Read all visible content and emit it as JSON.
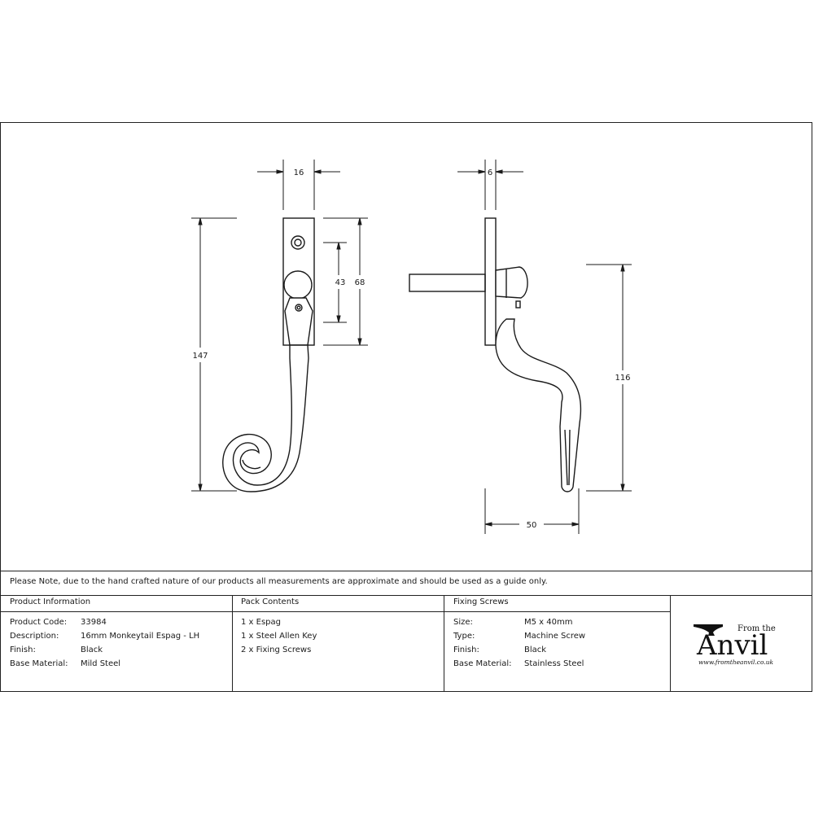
{
  "dimensions": {
    "front_width": "16",
    "side_thickness": "6",
    "total_height": "147",
    "screw_centers": "43",
    "plate_height": "68",
    "handle_drop": "116",
    "projection": "50"
  },
  "note": "Please Note, due to the hand crafted nature of our products all measurements are approximate and should be used as a guide only.",
  "product_information": {
    "heading": "Product Information",
    "rows": [
      {
        "label": "Product Code:",
        "value": "33984"
      },
      {
        "label": "Description:",
        "value": "16mm Monkeytail Espag - LH"
      },
      {
        "label": "Finish:",
        "value": "Black"
      },
      {
        "label": "Base Material:",
        "value": "Mild Steel"
      }
    ]
  },
  "pack_contents": {
    "heading": "Pack Contents",
    "items": [
      "1 x Espag",
      "1 x Steel Allen Key",
      "2 x Fixing Screws"
    ]
  },
  "fixing_screws": {
    "heading": "Fixing Screws",
    "rows": [
      {
        "label": "Size:",
        "value": "M5 x 40mm"
      },
      {
        "label": "Type:",
        "value": "Machine Screw"
      },
      {
        "label": "Finish:",
        "value": "Black"
      },
      {
        "label": "Base Material:",
        "value": "Stainless Steel"
      }
    ]
  },
  "logo": {
    "from_the": "From the",
    "brand": "Anvil",
    "url": "www.fromtheanvil.co.uk"
  }
}
